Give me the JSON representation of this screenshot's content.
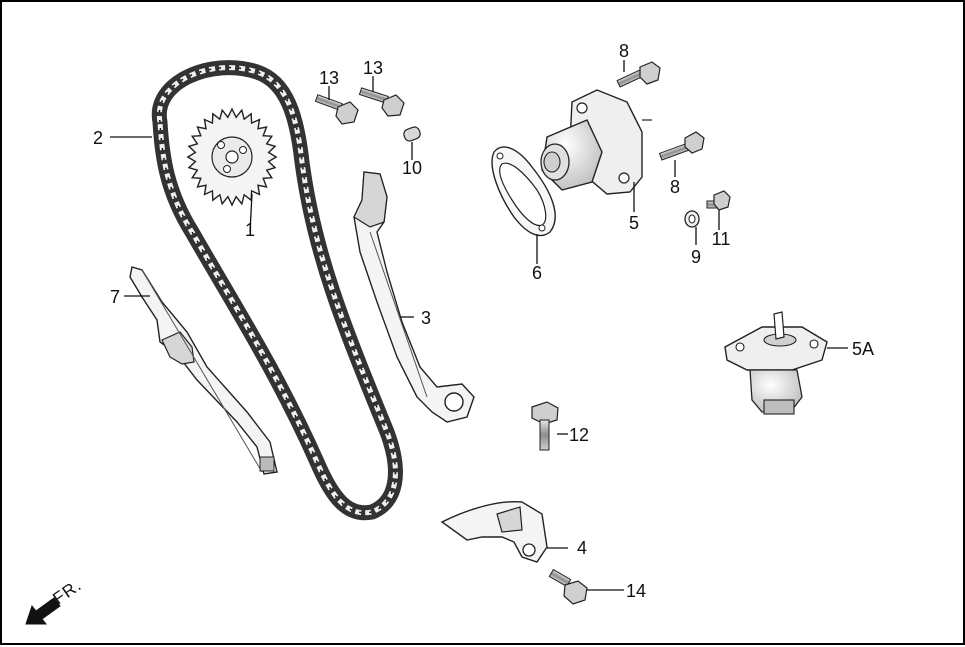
{
  "callouts": {
    "c1": "1",
    "c2": "2",
    "c3": "3",
    "c4": "4",
    "c5": "5",
    "c5a": "5A",
    "c6": "6",
    "c7": "7",
    "c8_top": "8",
    "c8_mid": "8",
    "c9": "9",
    "c10": "10",
    "c11": "11",
    "c12": "12",
    "c13_left": "13",
    "c13_right": "13",
    "c14": "14"
  },
  "direction": {
    "label": "FR."
  },
  "colors": {
    "line": "#222222",
    "fill_light": "#f2f2f2",
    "fill_mid": "#d9d9d9",
    "fill_dark": "#9a9a9a",
    "chain": "#333333"
  }
}
